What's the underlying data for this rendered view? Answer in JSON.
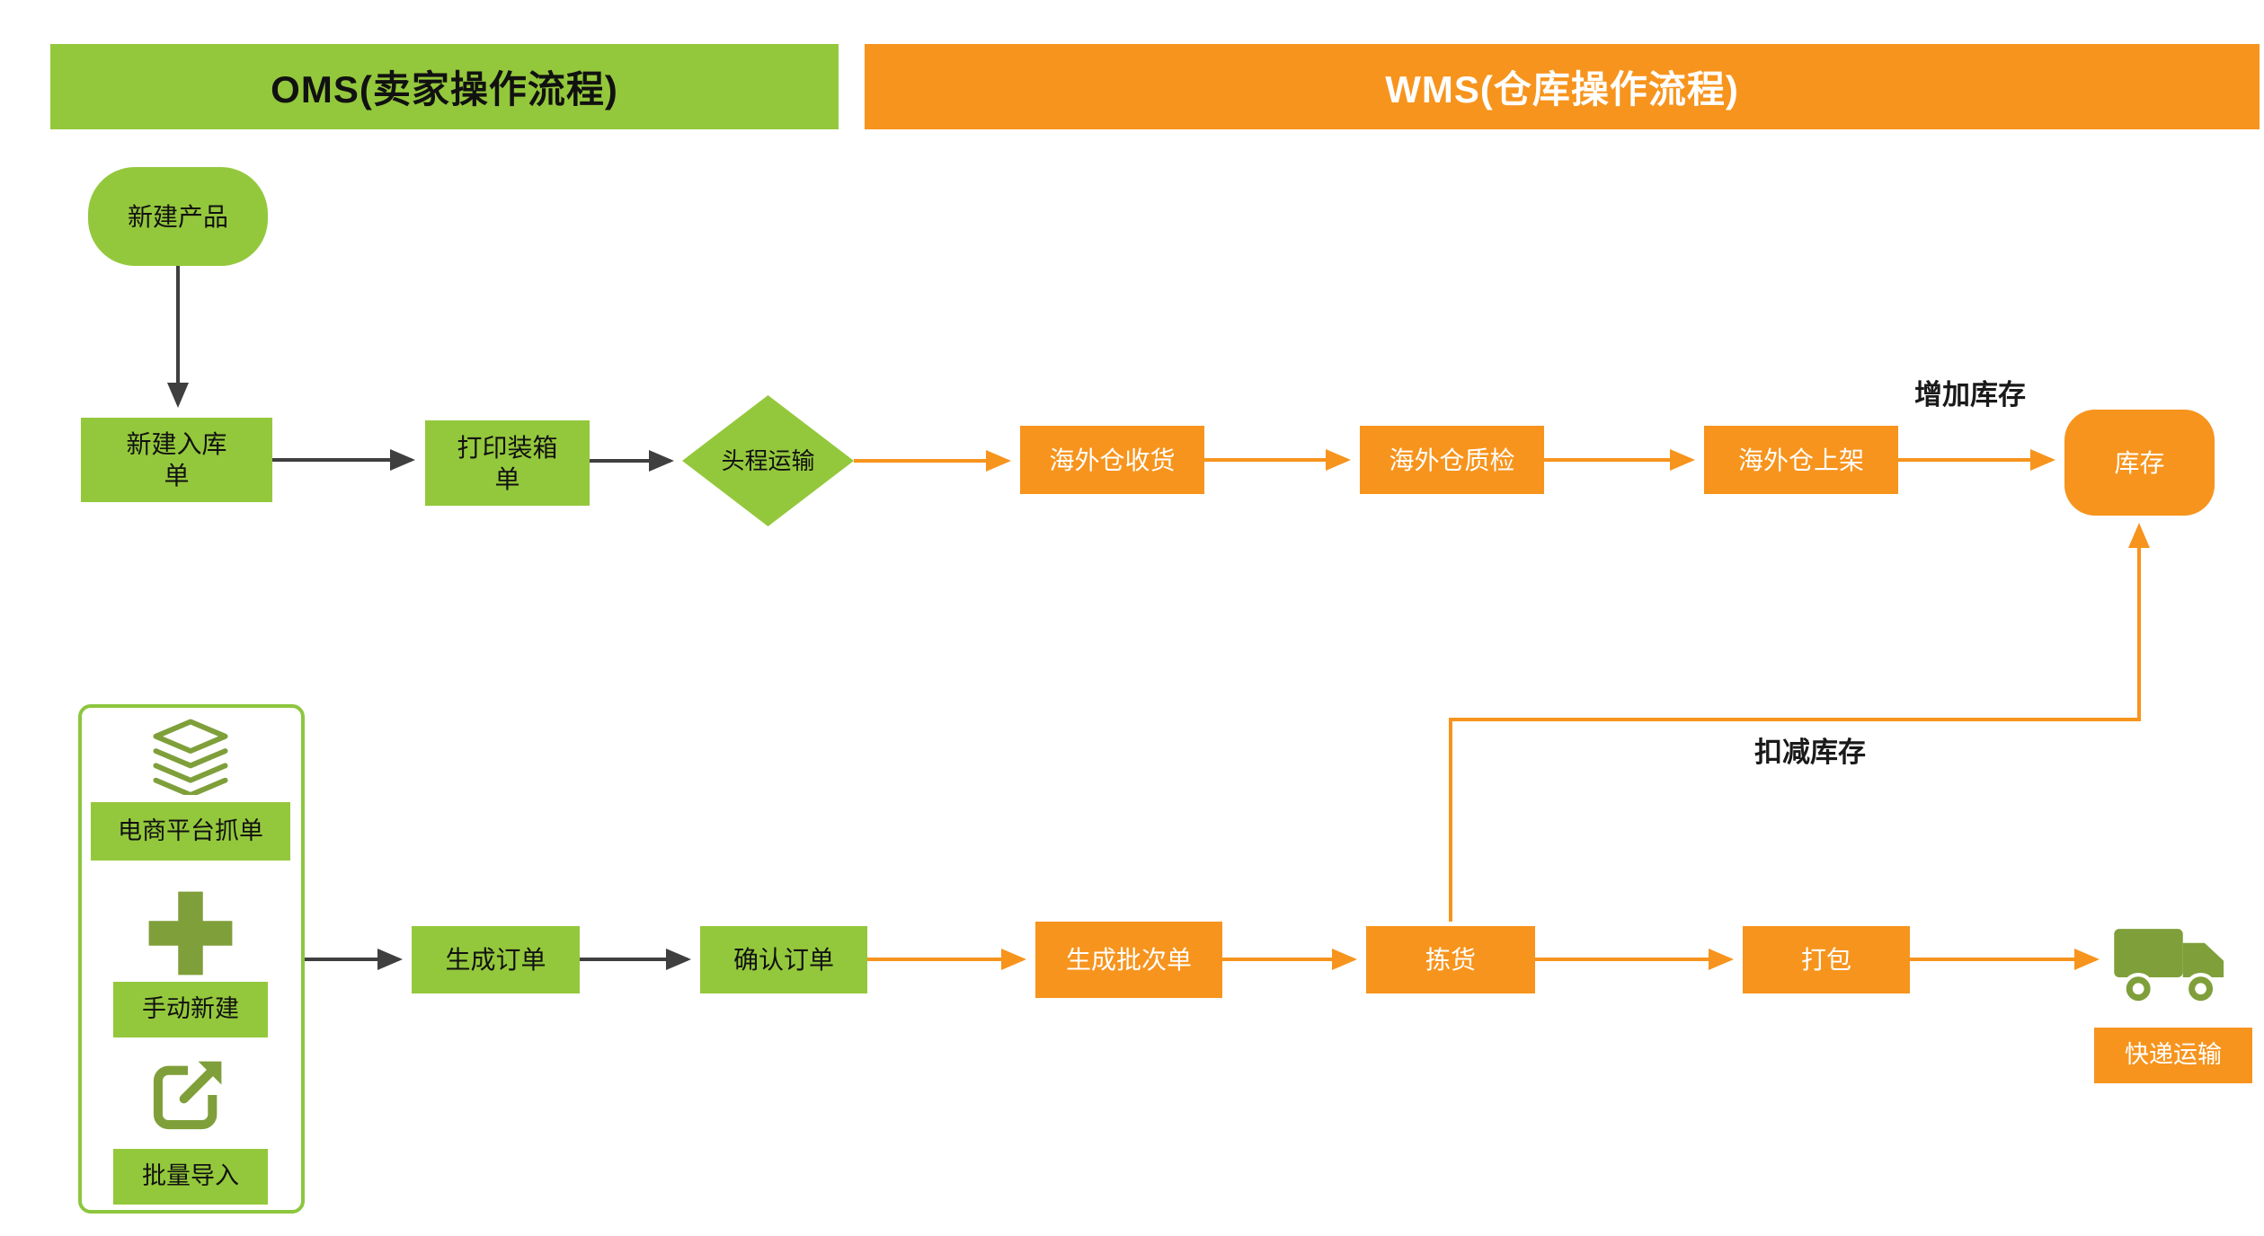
{
  "headers": {
    "oms": "OMS(卖家操作流程)",
    "wms": "WMS(仓库操作流程)"
  },
  "colors": {
    "green": "#94c83c",
    "orange": "#f7941d",
    "icon_green": "#7f9f3a",
    "arrow_dark": "#3f3f3f"
  },
  "inbound_flow": {
    "new_product": "新建产品",
    "new_inbound_order": "新建入库单",
    "print_packing_list": "打印装箱单",
    "first_leg_transport": "头程运输",
    "overseas_receiving": "海外仓收货",
    "overseas_qc": "海外仓质检",
    "overseas_putaway": "海外仓上架",
    "inventory": "库存",
    "increase_inventory": "增加库存"
  },
  "outbound_flow": {
    "order_sources": {
      "platform_grab": "电商平台抓单",
      "manual_create": "手动新建",
      "batch_import": "批量导入"
    },
    "generate_order": "生成订单",
    "confirm_order": "确认订单",
    "generate_batch": "生成批次单",
    "picking": "拣货",
    "packing": "打包",
    "express_transport": "快递运输",
    "deduct_inventory": "扣减库存"
  },
  "icons": [
    "layers-icon",
    "plus-icon",
    "export-icon",
    "truck-icon"
  ]
}
